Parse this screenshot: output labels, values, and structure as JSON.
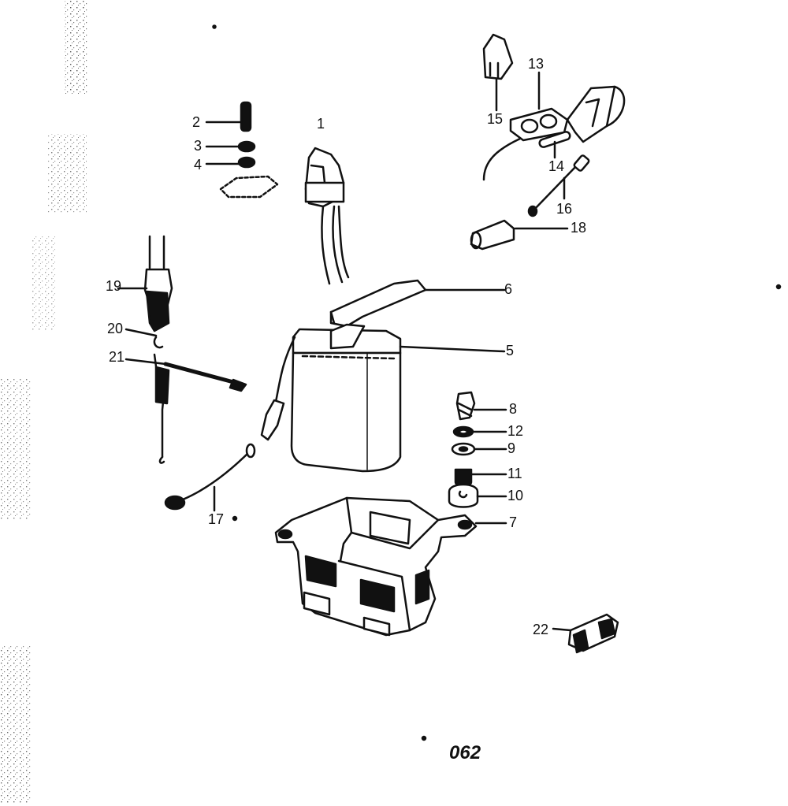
{
  "labels": {
    "p1": "1",
    "p2": "2",
    "p3": "3",
    "p4": "4",
    "p5": "5",
    "p6": "6",
    "p7": "7",
    "p8": "8",
    "p9": "9",
    "p10": "10",
    "p11": "11",
    "p12": "12",
    "p13": "13",
    "p14": "14",
    "p15": "15",
    "p16": "16",
    "p17": "17",
    "p18": "18",
    "p19": "19",
    "p20": "20",
    "p21": "21",
    "p22": "22"
  },
  "page_number": "062",
  "colors": {
    "ink": "#111111",
    "paper": "#ffffff",
    "speckle": "#444444"
  }
}
